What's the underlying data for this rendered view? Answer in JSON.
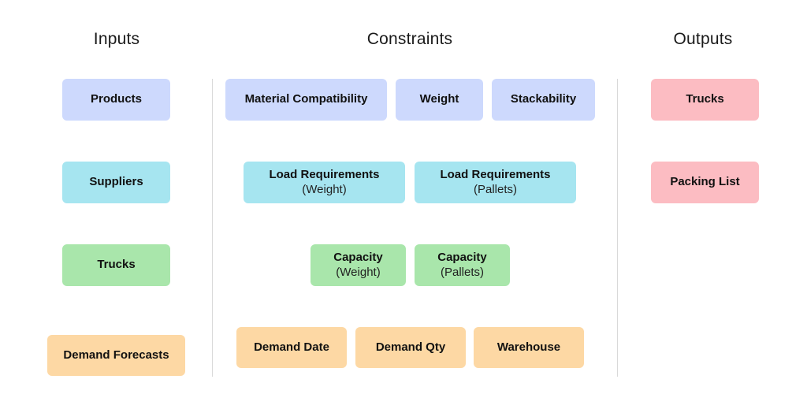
{
  "colors": {
    "blue": "#cdd9fd",
    "cyan": "#a6e5f0",
    "green": "#a9e6ab",
    "orange": "#fdd8a4",
    "pink": "#fcbcc2"
  },
  "headings": {
    "inputs": "Inputs",
    "constraints": "Constraints",
    "outputs": "Outputs"
  },
  "inputs": {
    "products": "Products",
    "suppliers": "Suppliers",
    "trucks": "Trucks",
    "demand_forecasts": "Demand Forecasts"
  },
  "constraints": {
    "material_compatibility": "Material Compatibility",
    "weight": "Weight",
    "stackability": "Stackability",
    "load_req_weight": {
      "title": "Load Requirements",
      "sub": "(Weight)"
    },
    "load_req_pallets": {
      "title": "Load Requirements",
      "sub": "(Pallets)"
    },
    "capacity_weight": {
      "title": "Capacity",
      "sub": "(Weight)"
    },
    "capacity_pallets": {
      "title": "Capacity",
      "sub": "(Pallets)"
    },
    "demand_date": "Demand Date",
    "demand_qty": "Demand Qty",
    "warehouse": "Warehouse"
  },
  "outputs": {
    "trucks": "Trucks",
    "packing_list": "Packing List"
  }
}
